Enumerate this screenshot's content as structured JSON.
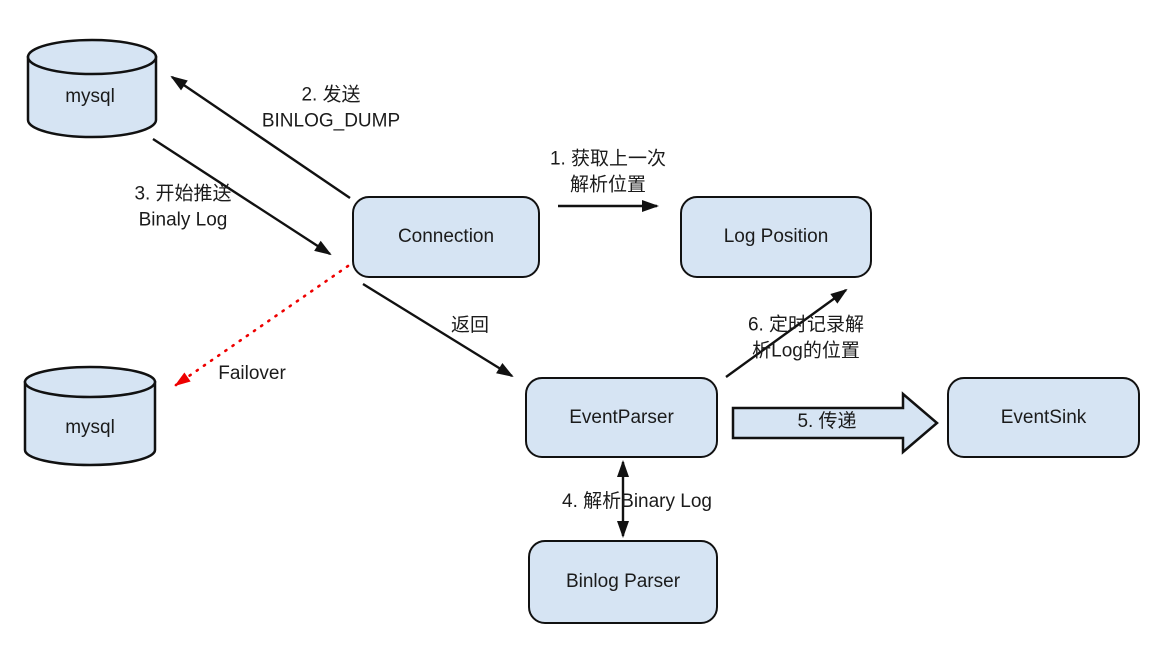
{
  "nodes": {
    "mysql_top": "mysql",
    "mysql_bottom": "mysql",
    "connection": "Connection",
    "log_position": "Log Position",
    "event_parser": "EventParser",
    "event_sink": "EventSink",
    "binlog_parser": "Binlog Parser"
  },
  "edges": {
    "step1": {
      "line1": "1. 获取上一次",
      "line2": "解析位置"
    },
    "step2": {
      "line1": "2. 发送",
      "line2": "BINLOG_DUMP"
    },
    "step3": {
      "line1": "3. 开始推送",
      "line2": "Binaly Log"
    },
    "step4": {
      "label": "4. 解析Binary Log"
    },
    "step5": {
      "label": "5. 传递"
    },
    "step6": {
      "line1": "6. 定时记录解",
      "line2": "析Log的位置"
    },
    "return_edge": {
      "label": "返回"
    },
    "failover": {
      "label": "Failover"
    }
  },
  "colors": {
    "node_fill": "#d6e4f3",
    "node_border": "#111111",
    "arrow": "#111111",
    "failover_arrow": "#ee0000",
    "background": "#ffffff"
  }
}
